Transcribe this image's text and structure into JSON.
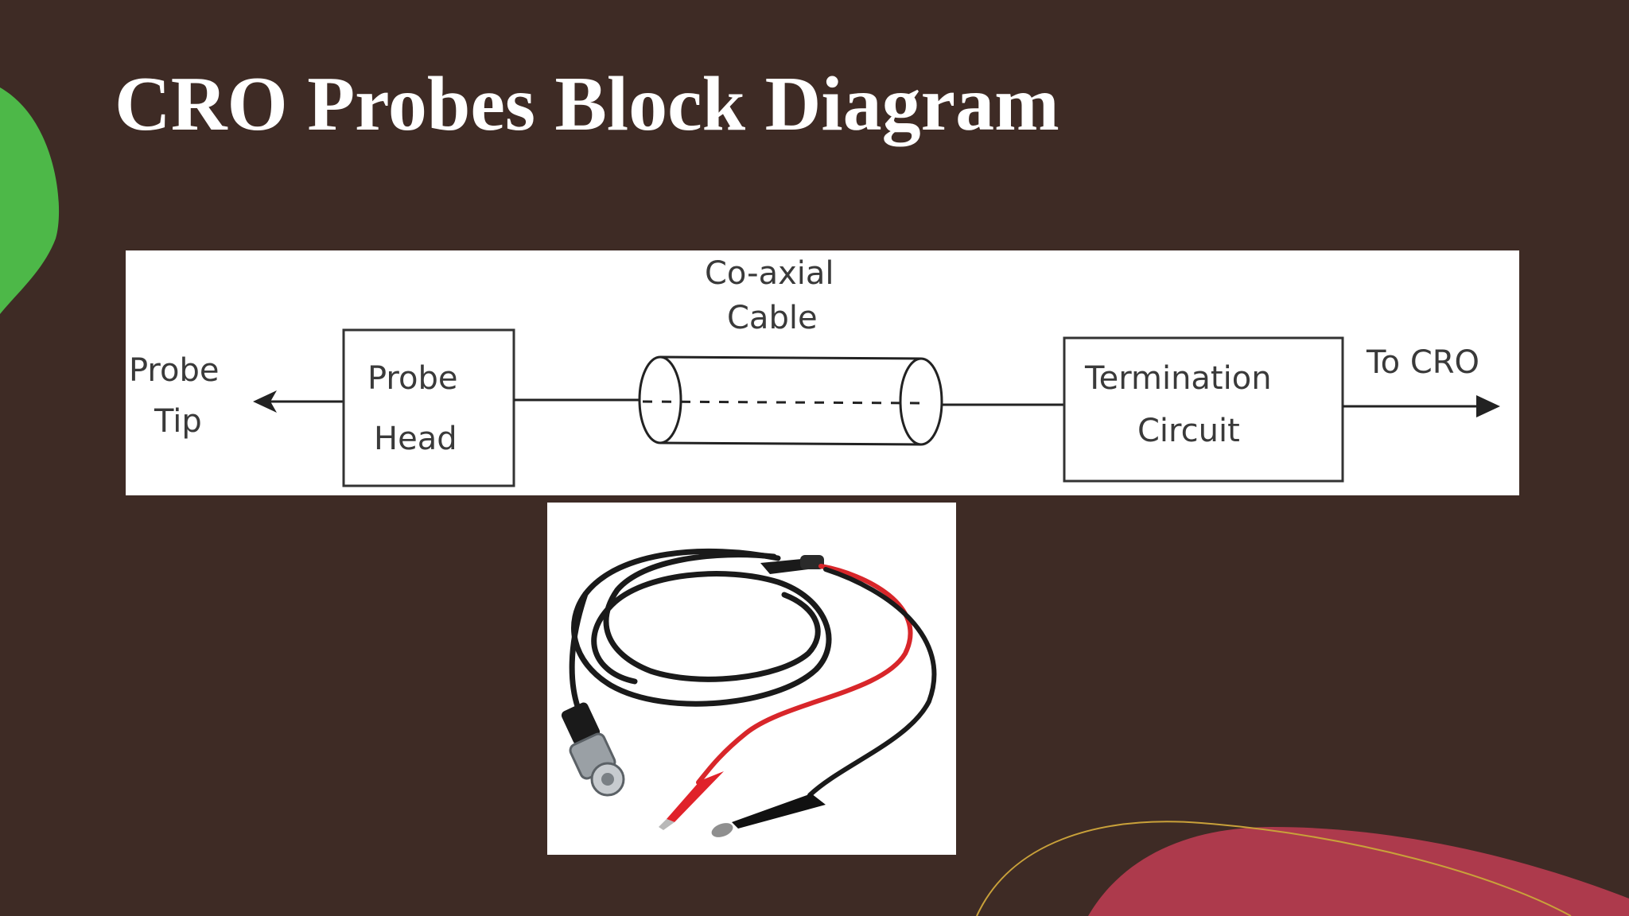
{
  "slide": {
    "title": "CRO Probes Block Diagram",
    "background_color": "#3e2b25",
    "accent_colors": {
      "green": "#4db848",
      "crimson": "#ad3a4c",
      "gold_line": "#c9a13a"
    }
  },
  "diagram": {
    "labels": {
      "probe_tip_line1": "Probe",
      "probe_tip_line2": "Tip",
      "probe_head_line1": "Probe",
      "probe_head_line2": "Head",
      "coaxial_line1": "Co-axial",
      "coaxial_line2": "Cable",
      "termination_line1": "Termination",
      "termination_line2": "Circuit",
      "output": "To CRO"
    }
  },
  "photo": {
    "icon": "bnc-to-alligator-clip-cable-photo",
    "cable_colors": {
      "black": "#1a1a1a",
      "red": "#d8262a"
    }
  }
}
